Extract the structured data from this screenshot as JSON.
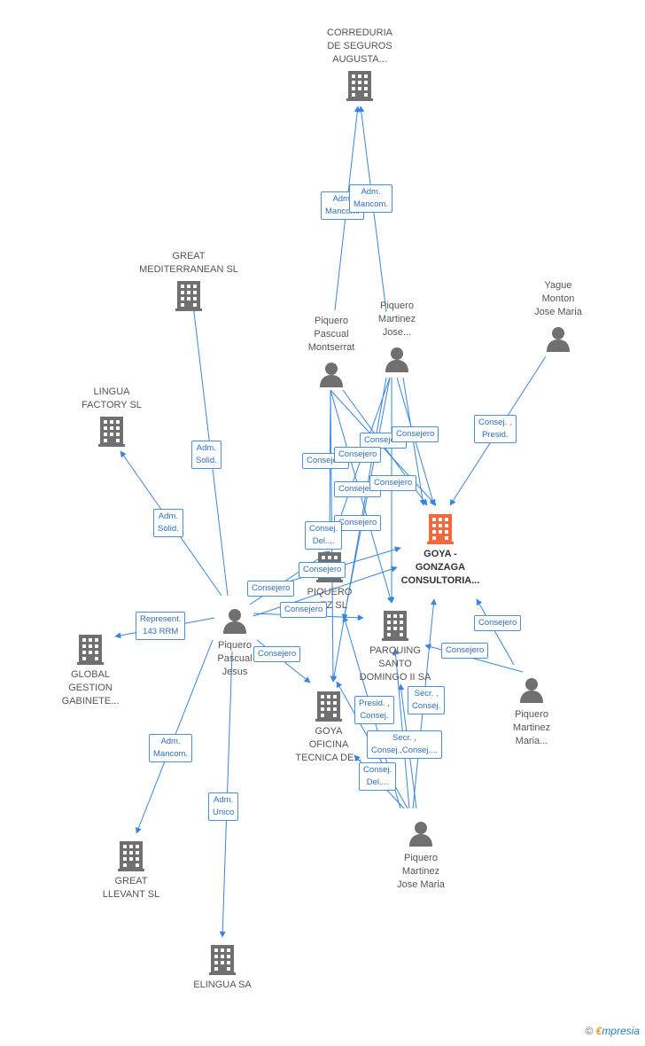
{
  "colors": {
    "edge": "#3a84dd",
    "node": "#707070",
    "focus": "#f26a3c"
  },
  "nodes": {
    "correduria": {
      "label": [
        "CORREDURIA",
        "DE SEGUROS",
        "AUGUSTA..."
      ],
      "type": "company"
    },
    "great_med": {
      "label": [
        "GREAT",
        "MEDITERRANEAN SL"
      ],
      "type": "company"
    },
    "lingua": {
      "label": [
        "LINGUA",
        "FACTORY SL"
      ],
      "type": "company"
    },
    "pp_montserrat": {
      "label": [
        "Piquero",
        "Pascual",
        "Montserrat"
      ],
      "type": "person"
    },
    "pm_jose_top": {
      "label": [
        "Piquero",
        "Martinez",
        "Jose..."
      ],
      "type": "person"
    },
    "yague": {
      "label": [
        "Yague",
        "Monton",
        "Jose Maria"
      ],
      "type": "person"
    },
    "goya_gonzaga": {
      "label": [
        "GOYA -",
        "GONZAGA",
        "CONSULTORIA..."
      ],
      "type": "focus"
    },
    "piquero_sl": {
      "label": [
        "PIQUERO",
        "...EZ SL"
      ],
      "type": "company"
    },
    "global": {
      "label": [
        "GLOBAL",
        "GESTION",
        "GABINETE..."
      ],
      "type": "company"
    },
    "pp_jesus": {
      "label": [
        "Piquero",
        "Pascual",
        "Jesus"
      ],
      "type": "person"
    },
    "parquing": {
      "label": [
        "PARQUING",
        "SANTO",
        "DOMINGO II SA"
      ],
      "type": "company"
    },
    "goya_oficina": {
      "label": [
        "GOYA",
        "OFICINA",
        "TECNICA DE..."
      ],
      "type": "company"
    },
    "pm_maria": {
      "label": [
        "Piquero",
        "Martinez",
        "Maria..."
      ],
      "type": "person"
    },
    "great_llevant": {
      "label": [
        "GREAT",
        "LLEVANT  SL"
      ],
      "type": "company"
    },
    "pm_jose_bottom": {
      "label": [
        "Piquero",
        "Martinez",
        "Jose Maria"
      ],
      "type": "person"
    },
    "elingua": {
      "label": [
        "ELINGUA SA"
      ],
      "type": "company"
    }
  },
  "edge_labels": {
    "adm_mancom_1": [
      "Adm.",
      "Mancom."
    ],
    "adm_mancom_2": [
      "Adm.",
      "Mancom."
    ],
    "adm_solid_1": [
      "Adm.",
      "Solid."
    ],
    "adm_solid_2": [
      "Adm.",
      "Solid."
    ],
    "consej_presid": [
      "Consej. ,",
      "Presid."
    ],
    "represent": [
      "Represent.",
      "143 RRM"
    ],
    "adm_mancom_3": [
      "Adm.",
      "Mancom."
    ],
    "adm_unico": [
      "Adm.",
      "Unico"
    ],
    "consejero_a": [
      "Consejero"
    ],
    "consejero_b": [
      "Consejero"
    ],
    "consejero_c": [
      "Consejero"
    ],
    "consejero_d": [
      "Consejero"
    ],
    "consejero_e": [
      "Consejero"
    ],
    "consejero_f": [
      "Consejero"
    ],
    "consejero_g": [
      "Consejero"
    ],
    "consejero_h": [
      "Consejero"
    ],
    "consejero_i": [
      "Consejero"
    ],
    "consejero_j": [
      "Consejero"
    ],
    "consejero_k": [
      "Consejero"
    ],
    "consejero_l": [
      "Consejero"
    ],
    "consejero_m": [
      "Consejero"
    ],
    "consejero_n": [
      "Consejero"
    ],
    "consej_del_1": [
      "Consej.",
      "Del...."
    ],
    "presid_consej": [
      "Presid. ,",
      "Consej."
    ],
    "secr_consej": [
      "Secr. ,",
      "Consej."
    ],
    "secr_consej_multi": [
      "Secr. ,",
      "Consej.,Consej...."
    ],
    "consej_del_2": [
      "Consej.",
      "Del...."
    ]
  },
  "watermark": {
    "copyright": "©",
    "brand_initial": "€",
    "brand_rest": "mpresia"
  }
}
